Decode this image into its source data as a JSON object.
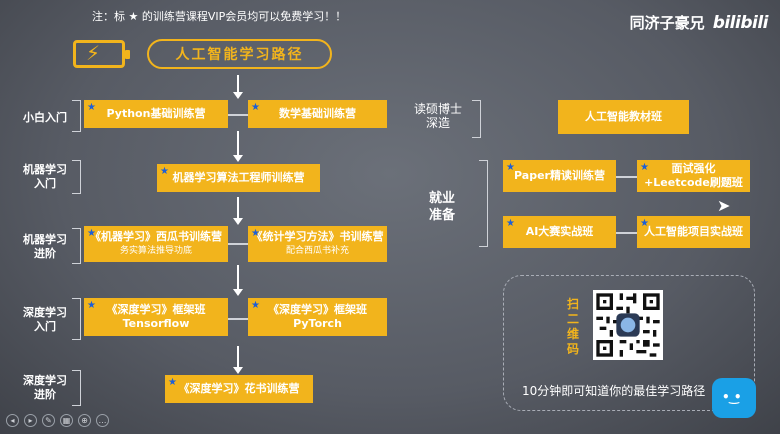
{
  "note": {
    "text": "注：标 ★ 的训练营课程VIP会员均可以免费学习！！"
  },
  "brand": {
    "name": "同济子豪兄",
    "logo": "bilibili"
  },
  "title": "人工智能学习路径",
  "stages": {
    "s1": "小白入门",
    "s2": "机器学习\n入门",
    "s3": "机器学习\n进阶",
    "s4": "深度学习\n入门",
    "s5": "深度学习\n进阶",
    "r1": "读硕博士\n深造",
    "r2": "就业\n准备"
  },
  "boxes": {
    "python": "Python基础训练营",
    "math": "数学基础训练营",
    "ml_engineer": "机器学习算法工程师训练营",
    "watermelon": "《机器学习》西瓜书训练营",
    "watermelon_sub": "务实算法推导功底",
    "stat": "《统计学习方法》书训练营",
    "stat_sub": "配合西瓜书补充",
    "tf_title": "《深度学习》框架班",
    "tf_sub": "Tensorflow",
    "pt_title": "《深度学习》框架班",
    "pt_sub": "PyTorch",
    "flower": "《深度学习》花书训练营",
    "textbook": "人工智能教材班",
    "paper": "Paper精读训练营",
    "interview": "面试强化\n+Leetcode刷题班",
    "ai_contest": "AI大赛实战班",
    "ai_project": "人工智能项目实战班"
  },
  "qr": {
    "scan_label": "扫二维码",
    "caption": "10分钟即可知道你的最佳学习路径"
  },
  "colors": {
    "accent": "#f2b41c",
    "star": "#1d5fd6",
    "bg": "#5a5e68"
  }
}
